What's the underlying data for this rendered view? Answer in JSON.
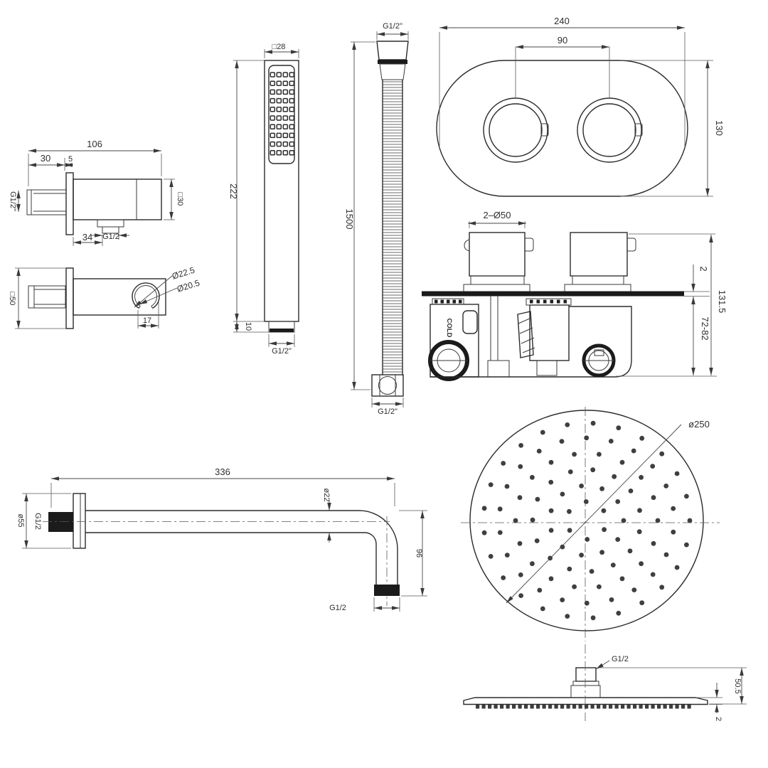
{
  "views": {
    "wall_outlet_elbow": {
      "dims": {
        "overall_length": "106",
        "inlet_length": "30",
        "flange_thickness": "5",
        "inlet_thread": "G1/2\"",
        "body_square": "□30",
        "outlet_offset": "34",
        "outlet_thread": "G1/2"
      }
    },
    "handset_holder": {
      "dims": {
        "escutcheon_square": "□50",
        "holder_outer_dia": "Ø22.5",
        "holder_inner_dia": "Ø20.5",
        "slot_depth": "17"
      }
    },
    "hand_shower": {
      "dims": {
        "head_square": "□28",
        "total_length": "222",
        "connector_length": "10",
        "connector_thread": "G1/2\""
      }
    },
    "shower_hose": {
      "dims": {
        "top_thread": "G1/2\"",
        "length": "1500",
        "bottom_thread": "G1/2\""
      }
    },
    "valve_faceplate": {
      "dims": {
        "plate_width": "240",
        "handle_spacing": "90",
        "plate_height": "130"
      }
    },
    "valve_body": {
      "dims": {
        "handle_dia": "2–Ø50",
        "plate_thickness": "2",
        "total_depth": "131.5",
        "mounting_depth": "72-82"
      },
      "labels": {
        "cold": "COLD"
      }
    },
    "shower_arm": {
      "dims": {
        "arm_length": "336",
        "pipe_dia": "ø22",
        "flange_dia": "ø55",
        "wall_thread": "G1/2",
        "drop_height": "96",
        "outlet_thread": "G1/2"
      }
    },
    "shower_head_top": {
      "dims": {
        "head_dia": "ø250"
      }
    },
    "shower_head_side": {
      "dims": {
        "inlet_thread": "G1/2",
        "connector_height": "50.5",
        "edge_thickness": "2"
      }
    }
  }
}
